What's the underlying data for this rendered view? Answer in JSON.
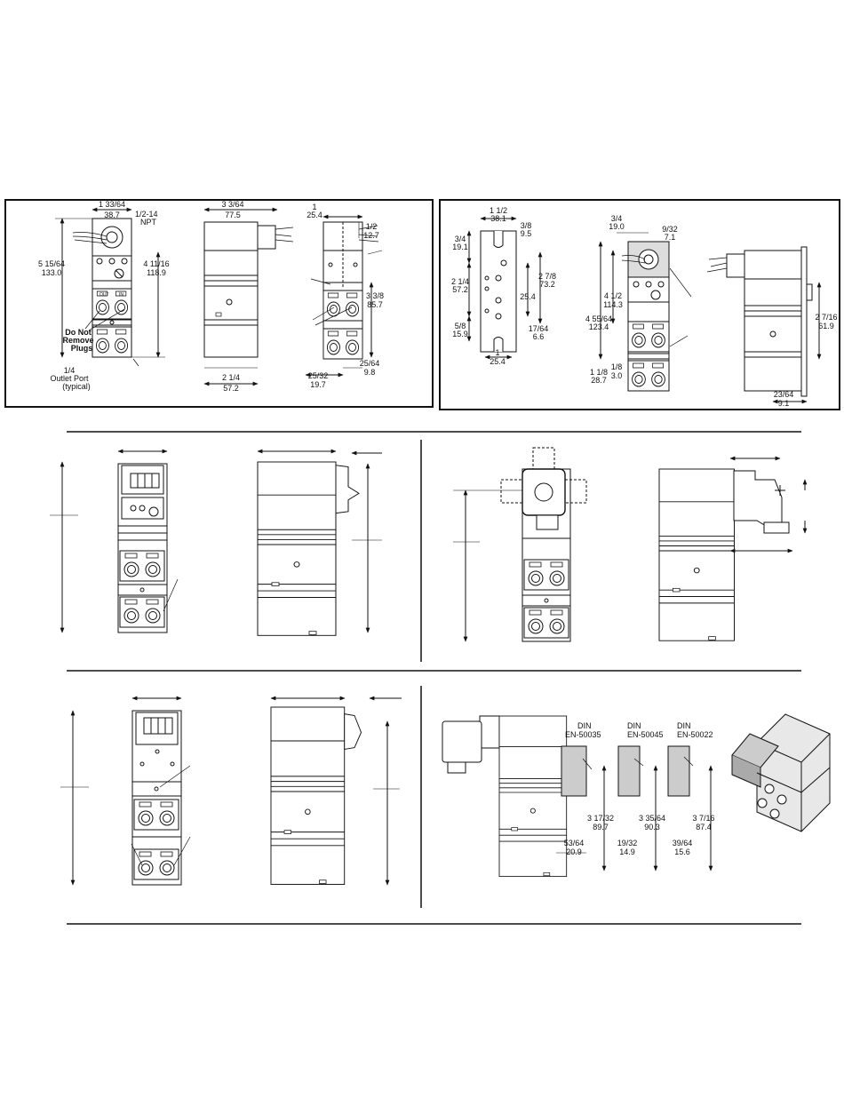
{
  "panel1": {
    "front": {
      "w_in": "1 33/64",
      "w_mm": "38.7",
      "h_in": "5 15/64",
      "h_mm": "133.0",
      "npt_1": "1/2-14",
      "npt_2": "NPT",
      "h2_in": "4 11/16",
      "h2_mm": "118.9",
      "note_1": "Do Not",
      "note_2": "Remove",
      "note_3": "Plugs",
      "outlet_1": "1/4",
      "outlet_2": "Outlet Port",
      "outlet_3": "(typical)"
    },
    "side": {
      "w_in": "3 3/64",
      "w_mm": "77.5",
      "base_in": "2 1/4",
      "base_mm": "57.2"
    },
    "rear": {
      "top_in": "1",
      "top_mm": "25.4",
      "off_in": "1/2",
      "off_mm": "12.7",
      "h_in": "3 3/8",
      "h_mm": "85.7",
      "b1_in": "25/32",
      "b1_mm": "19.7",
      "b2_in": "25/64",
      "b2_mm": "9.8"
    }
  },
  "panel2": {
    "bracket": {
      "w_in": "1 1/2",
      "w_mm": "38.1",
      "slot_in": "3/8",
      "slot_mm": "9.5",
      "top_in": "3/4",
      "top_mm": "19.1",
      "mid_in": "2 1/4",
      "mid_mm": "57.2",
      "hole_in": "2 7/8",
      "hole_mm": "73.2",
      "sp_mm": "25.4",
      "bot_in": "5/8",
      "bot_mm": "15.9",
      "bh_in": "17/64",
      "bh_mm": "6.6",
      "base_in": "1",
      "base_mm": "25.4"
    },
    "front": {
      "a_in": "3/4",
      "a_mm": "19.0",
      "b_in": "9/32",
      "b_mm": "7.1",
      "h1_in": "4 1/2",
      "h1_mm": "114.3",
      "h2_in": "4 55/64",
      "h2_mm": "123.4",
      "c_in": "1 1/8",
      "c_mm": "28.7",
      "d_in": "1/8",
      "d_mm": "3.0"
    },
    "side": {
      "h_in": "2 7/16",
      "h_mm": "61.9",
      "d_in": "23/64",
      "d_mm": "9.1"
    }
  },
  "port_labels": {
    "out": "OUT",
    "in": "IN"
  },
  "din": {
    "c1_1": "DIN",
    "c1_2": "EN-50035",
    "c2_1": "DIN",
    "c2_2": "EN-50045",
    "c3_1": "DIN",
    "c3_2": "EN-50022",
    "h1_in": "3 17/32",
    "h1_mm": "89.7",
    "h2_in": "3 35/64",
    "h2_mm": "90.3",
    "h3_in": "3 7/16",
    "h3_mm": "87.4",
    "o1_in": "53/64",
    "o1_mm": "20.9",
    "o2_in": "19/32",
    "o2_mm": "14.9",
    "o3_in": "39/64",
    "o3_mm": "15.6"
  }
}
